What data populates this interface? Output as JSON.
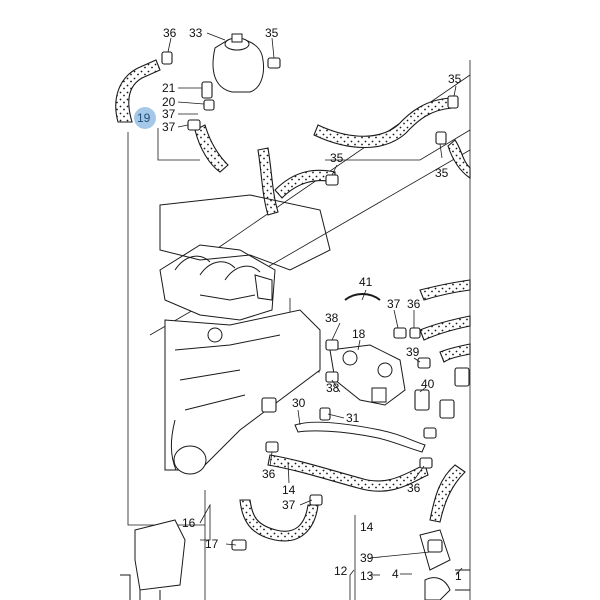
{
  "colors": {
    "line": "#1a1a1a",
    "hose_fill": "#ffffff",
    "background": "#ffffff",
    "highlight": "#5b9bd5",
    "highlight_text": "#1f4e79"
  },
  "callouts": {
    "c19": "19",
    "c33": "33",
    "c36a": "36",
    "c35a": "35",
    "c21": "21",
    "c20": "20",
    "c37a": "37",
    "c37b": "37",
    "c35b": "35",
    "c35c": "35",
    "c35d": "35",
    "c41": "41",
    "c37c": "37",
    "c36b": "36",
    "c38a": "38",
    "c18": "18",
    "c39a": "39",
    "c40": "40",
    "c38b": "38",
    "c30": "30",
    "c31": "31",
    "c36c": "36",
    "c14a": "14",
    "c36d": "36",
    "c37d": "37",
    "c16": "16",
    "c17": "17",
    "c14b": "14",
    "c39b": "39",
    "c12": "12",
    "c13": "13",
    "c4": "4",
    "c1": "1"
  }
}
